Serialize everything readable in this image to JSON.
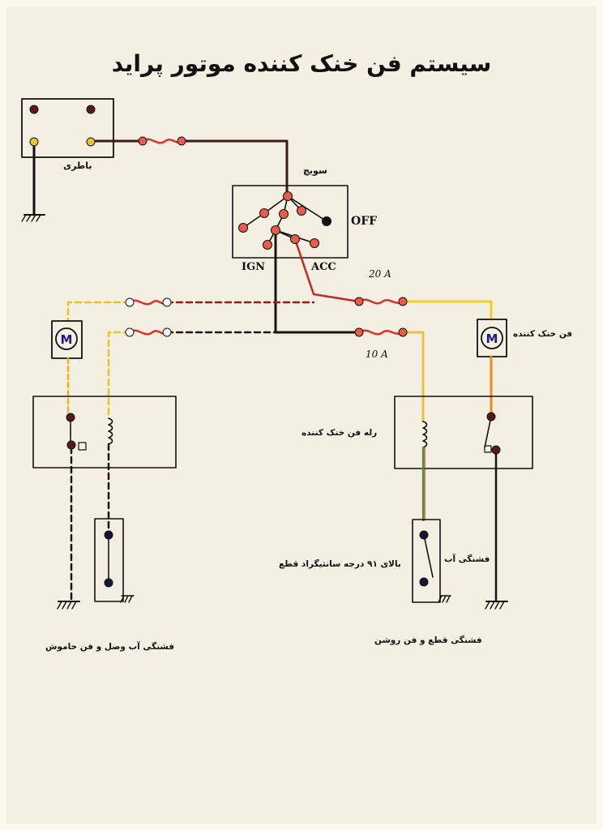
{
  "title": "سیستم فن خنک کننده موتور پراید",
  "labels": {
    "battery": "باطری",
    "switch": "سویچ",
    "off": "OFF",
    "ign": "IGN",
    "acc": "ACC",
    "fuse_20a": "20 A",
    "fuse_10a": "10 A",
    "cooling_fan": "فن خنک کننده",
    "fan_relay": "رله فن خنک کننده",
    "water_sensor": "فشنگی آب",
    "above_91": "بالای ۹۱ درجه سانتیگراد قطع",
    "left_caption": "فشنگی آب وصل و فن خاموش",
    "right_caption": "فشنگی قطع و فن روشن"
  },
  "motor_symbol": "M",
  "colors": {
    "paper": "#f3efe2",
    "wire_dark": "#1a1410",
    "wire_red": "#d8332b",
    "wire_yellow": "#f0d020",
    "wire_orange": "#f08a1c",
    "wire_green": "#3d9a3a",
    "terminal_red": "#ee5a4a",
    "terminal_yellow": "#e9c43a",
    "terminal_brown": "#5a1a14",
    "terminal_navy": "#14143a"
  }
}
